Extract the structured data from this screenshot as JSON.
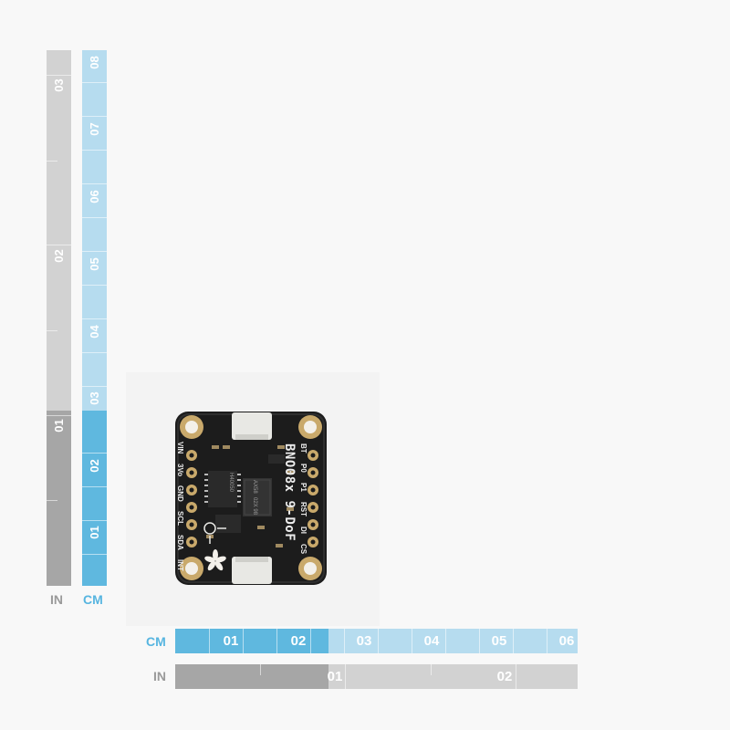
{
  "rulers": {
    "vertical_in": {
      "unit": "IN",
      "labels": [
        "03",
        "02",
        "01"
      ]
    },
    "vertical_cm": {
      "unit": "CM",
      "labels": [
        "08",
        "07",
        "06",
        "05",
        "04",
        "03",
        "02",
        "01"
      ]
    },
    "horizontal_cm": {
      "unit": "CM",
      "labels": [
        "01",
        "02",
        "03",
        "04",
        "05",
        "06"
      ]
    },
    "horizontal_in": {
      "unit": "IN",
      "labels": [
        "01",
        "02"
      ]
    }
  },
  "board": {
    "title": "BNO08x 9-DoF",
    "left_pins": [
      "VIN",
      "3Vo",
      "GND",
      "SCL",
      "SDA",
      "INT"
    ],
    "right_pins": [
      "BT",
      "P0",
      "P1",
      "RST",
      "DI",
      "CS"
    ],
    "chip_text": [
      "AX58",
      "02X 98",
      "H40050"
    ]
  },
  "colors": {
    "in_light": "#d2d2d2",
    "in_dark": "#a6a6a6",
    "cm_light": "#b6dcef",
    "cm_dark": "#5fb8df",
    "unit_in": "#9a9a9a",
    "unit_cm": "#57b5e0",
    "pcb": "#1c1c1c",
    "pad": "#c9a96b"
  }
}
